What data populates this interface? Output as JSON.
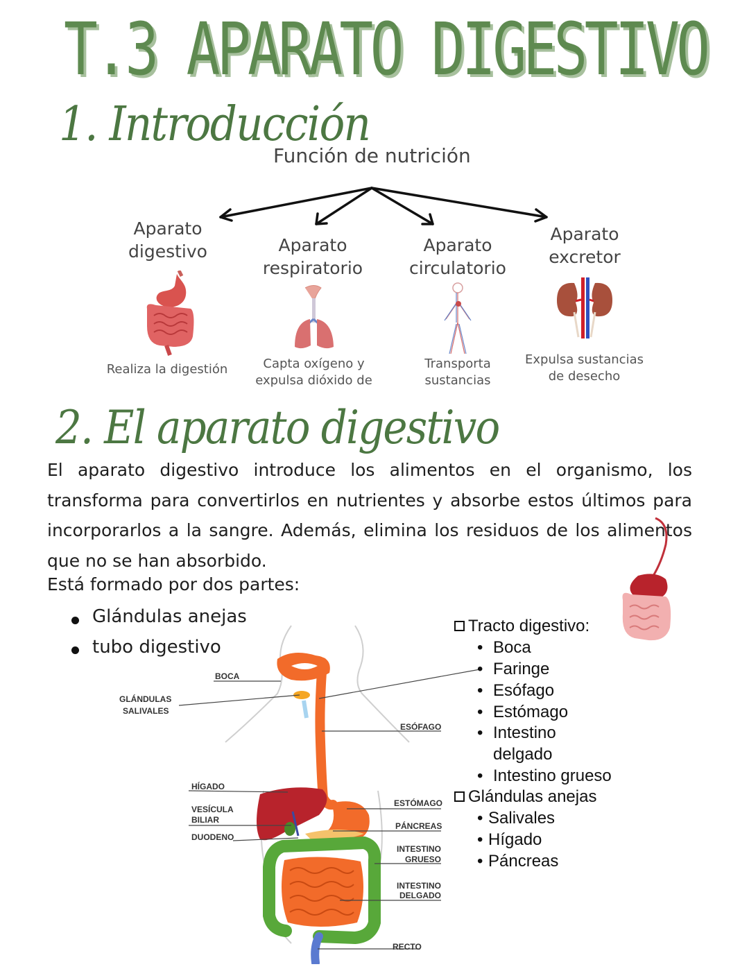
{
  "title": "T.3 APARATO DIGESTIVO",
  "section1": {
    "title": "1. Introducción",
    "center_label": "Función de nutrición",
    "systems": [
      {
        "name": "Aparato digestivo",
        "description": "Realiza la digestión",
        "icon": "digestive-system-icon"
      },
      {
        "name": "Aparato respiratorio",
        "description": "Capta oxígeno y expulsa dióxido de",
        "icon": "lungs-icon"
      },
      {
        "name": "Aparato circulatorio",
        "description": "Transporta sustancias",
        "icon": "circulatory-system-icon"
      },
      {
        "name": "Aparato excretor",
        "description": "Expulsa sustancias de desecho",
        "icon": "kidneys-icon"
      }
    ]
  },
  "section2": {
    "title": "2. El aparato digestivo",
    "paragraph": "El aparato digestivo introduce los alimentos en el organismo, los transforma para convertirlos en nutrientes y absorbe estos últimos para incorporarlos a la sangre. Además, elimina los residuos de los alimentos que no se han absorbido.",
    "formed_by": "Está formado por dos partes:",
    "parts": [
      "Glándulas anejas",
      "tubo digestivo"
    ],
    "tract": {
      "heading": "Tracto digestivo:",
      "items": [
        "Boca",
        "Faringe",
        "Esófago",
        "Estómago",
        "Intestino",
        "delgado",
        "Intestino grueso"
      ]
    },
    "glands": {
      "heading": "Glándulas anejas",
      "items": [
        "Salivales",
        "Hígado",
        "Páncreas"
      ]
    },
    "diagram_labels": {
      "boca": "BOCA",
      "glandulas_1": "GLÁNDULAS",
      "glandulas_2": "SALIVALES",
      "esofago": "ESÓFAGO",
      "higado": "HÍGADO",
      "vesicula_1": "VESÍCULA",
      "vesicula_2": "BILIAR",
      "duodeno": "DUODENO",
      "estomago": "ESTÓMAGO",
      "pancreas": "PÁNCREAS",
      "grueso_1": "INTESTINO",
      "grueso_2": "GRUESO",
      "delgado_1": "INTESTINO",
      "delgado_2": "DELGADO",
      "recto": "RECTO"
    }
  },
  "colors": {
    "title_green": "#5e8a50",
    "handwriting_green": "#4c7742",
    "esophagus_orange": "#f26b2a",
    "liver_red": "#b8232c",
    "intestine_green": "#58a83a"
  }
}
